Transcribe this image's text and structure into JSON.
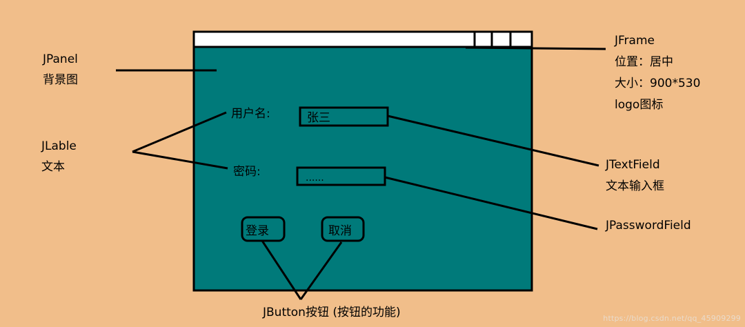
{
  "colors": {
    "background": "#F1BE8A",
    "panel": "#007A7A",
    "line": "#000000",
    "watermark": "#E9DBCB"
  },
  "window": {
    "title_controls": [
      "window-control-1",
      "window-control-2",
      "window-control-3"
    ],
    "username_label": "用户名:",
    "username_value": "张三",
    "password_label": "密码:",
    "password_value": "......",
    "login_button": "登录",
    "cancel_button": "取消"
  },
  "annotations": {
    "jpanel": {
      "name": "JPanel",
      "desc": "背景图"
    },
    "jlable": {
      "name": "JLable",
      "desc": "文本"
    },
    "jframe": {
      "name": "JFrame",
      "lines": [
        "位置：居中",
        "大小：900*530",
        "logo图标"
      ]
    },
    "jtextfield": {
      "name": "JTextField",
      "desc": "文本输入框"
    },
    "jpasswordfield": {
      "name": "JPasswordField"
    },
    "jbutton": {
      "name": "JButton按钮 (按钮的功能)"
    }
  },
  "watermark": "https://blog.csdn.net/qq_45909299"
}
